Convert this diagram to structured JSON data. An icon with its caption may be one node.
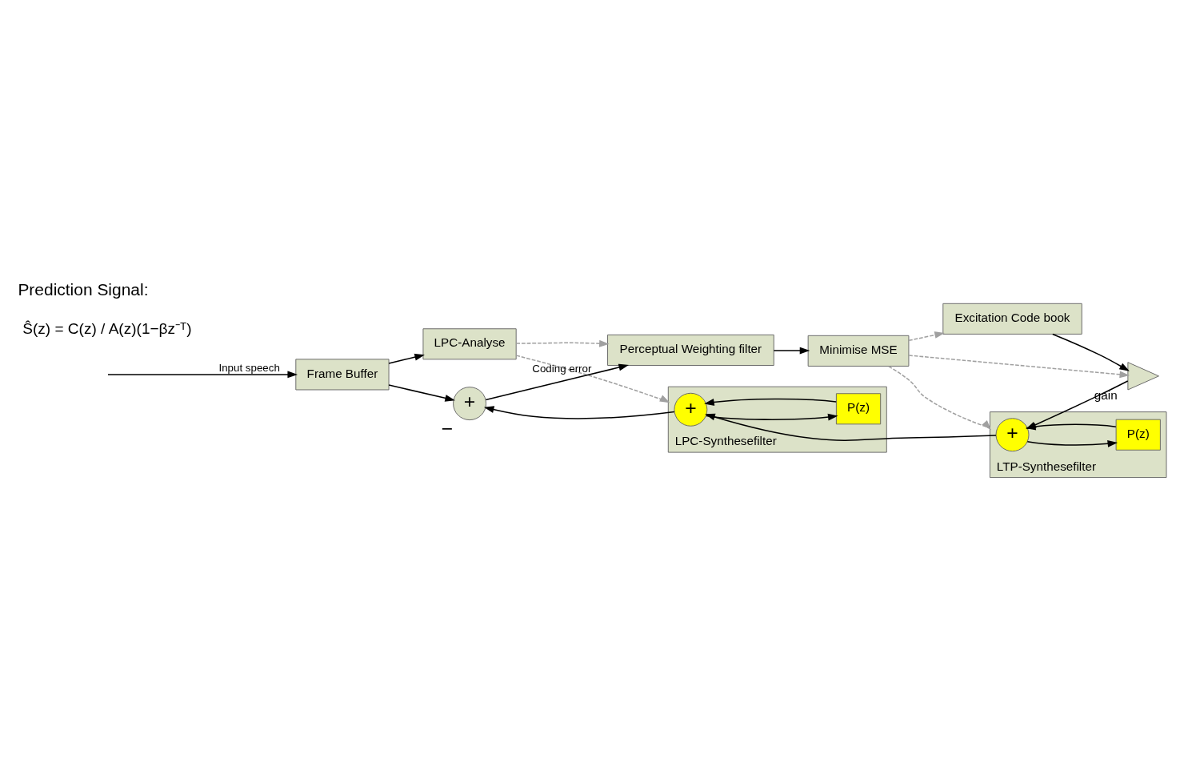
{
  "diagram": {
    "title": "Prediction Signal:",
    "nodes": [
      {
        "text": [
          "Frame Buffer"
        ]
      },
      {
        "text": [
          "LPC-Analyse"
        ]
      },
      {
        "text": [
          "Excitation Code book"
        ]
      },
      {
        "text": [],
        "shape": "triangle",
        "beside": [
          "gain"
        ]
      },
      {
        "text": [
          "LTP-Synthesefilter"
        ]
      },
      {
        "text": [
          "+"
        ],
        "in": 4
      },
      {
        "text": [
          "P(z)"
        ],
        "in": 4
      },
      {
        "text": [
          "LPC-Synthesefilter"
        ]
      },
      {
        "text": [
          "+"
        ],
        "in": 7
      },
      {
        "text": [
          "P(z)"
        ],
        "in": 7
      },
      {
        "text": [
          "+"
        ],
        "beside": [
          "−"
        ]
      },
      {
        "text": [
          "Perceptual Weighting filter"
        ]
      },
      {
        "text": [
          "Minimise MSE"
        ]
      }
    ],
    "edges": [
      {
        "from": null,
        "to": 0,
        "arrow": "to",
        "label": "Input speech"
      },
      {
        "from": 0,
        "to": 1,
        "arrow": "to"
      },
      {
        "from": 0,
        "to": 10,
        "arrow": "to"
      },
      {
        "from": 2,
        "to": 3,
        "arrow": "to"
      },
      {
        "from": 3,
        "to": 5,
        "arrow": "to"
      },
      {
        "from": 5,
        "to": 8,
        "arrow": "to"
      },
      {
        "from": 5,
        "to": 6,
        "arrow": "to"
      },
      {
        "from": 6,
        "to": 5,
        "arrow": "to"
      },
      {
        "from": 8,
        "to": 10,
        "arrow": "to"
      },
      {
        "from": 8,
        "to": 9,
        "arrow": "to"
      },
      {
        "from": 9,
        "to": 8,
        "arrow": "to"
      },
      {
        "from": 1,
        "to": 7,
        "arrow": "to",
        "style": "dashed",
        "color": "#a0a0a0"
      },
      {
        "from": 1,
        "to": 11,
        "arrow": "to",
        "style": "dashed",
        "color": "#a0a0a0"
      },
      {
        "from": 10,
        "to": 11,
        "arrow": "to",
        "label": "Coding error"
      },
      {
        "from": 11,
        "to": 12,
        "arrow": "to"
      },
      {
        "from": 12,
        "to": 4,
        "arrow": "to",
        "style": "dashed",
        "color": "#a0a0a0"
      },
      {
        "from": 12,
        "to": 3,
        "arrow": "to",
        "style": "dashed",
        "color": "#a0a0a0"
      },
      {
        "from": 12,
        "to": 2,
        "arrow": "to",
        "style": "dashed",
        "color": "#a0a0a0"
      }
    ],
    "labels": [
      "Ŝ(z) = C(z) / A(z)(1−βz⁻ᵀ)"
    ]
  }
}
